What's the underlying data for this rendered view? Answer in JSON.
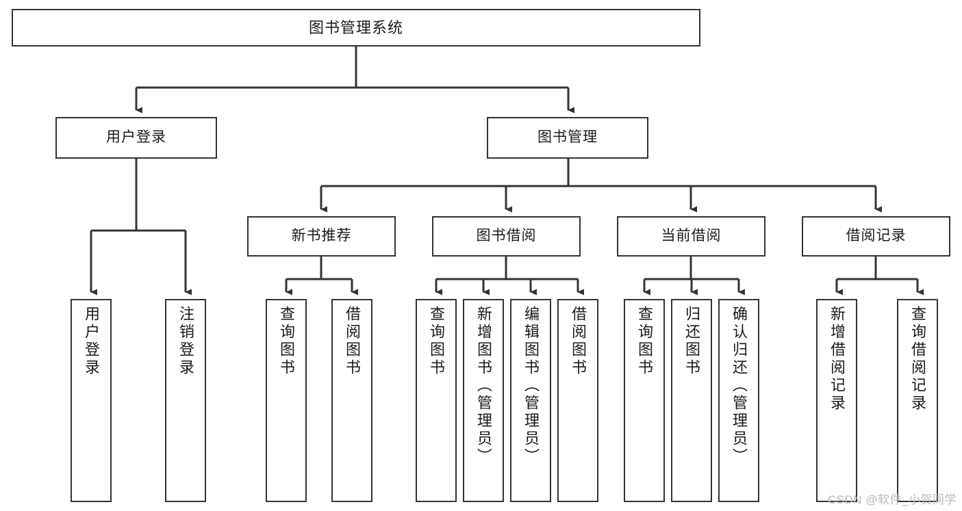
{
  "diagram": {
    "type": "tree-hierarchy",
    "title": "图书管理系统",
    "theme": {
      "background": "#ffffff",
      "box_border": "#333333",
      "box_fill": "#ffffff",
      "text": "#1a1a1a",
      "connector": "#333333",
      "watermark": "#b9b9b9"
    },
    "watermark": "CSDN @软件_小贺同学",
    "levels": {
      "root": {
        "label": "图书管理系统"
      },
      "level2": [
        {
          "label": "用户登录"
        },
        {
          "label": "图书管理"
        }
      ],
      "level3": [
        {
          "label": "新书推荐"
        },
        {
          "label": "图书借阅"
        },
        {
          "label": "当前借阅"
        },
        {
          "label": "借阅记录"
        }
      ],
      "leaves": {
        "user_login": [
          {
            "label": "用户登录"
          },
          {
            "label": "注销登录"
          }
        ],
        "new_book_recommend": [
          {
            "label": "查询图书"
          },
          {
            "label": "借阅图书"
          }
        ],
        "book_borrow": [
          {
            "label": "查询图书"
          },
          {
            "label": "新增图书（管理员）"
          },
          {
            "label": "编辑图书（管理员）"
          },
          {
            "label": "借阅图书"
          }
        ],
        "current_borrow": [
          {
            "label": "查询图书"
          },
          {
            "label": "归还图书"
          },
          {
            "label": "确认归还（管理员）"
          }
        ],
        "borrow_record": [
          {
            "label": "新增借阅记录"
          },
          {
            "label": "查询借阅记录"
          }
        ]
      }
    },
    "edges": [
      {
        "from": "图书管理系统",
        "to": "用户登录"
      },
      {
        "from": "图书管理系统",
        "to": "图书管理"
      },
      {
        "from": "图书管理",
        "to": "新书推荐"
      },
      {
        "from": "图书管理",
        "to": "图书借阅"
      },
      {
        "from": "图书管理",
        "to": "当前借阅"
      },
      {
        "from": "图书管理",
        "to": "借阅记录"
      },
      {
        "from": "用户登录",
        "to": "用户登录"
      },
      {
        "from": "用户登录",
        "to": "注销登录"
      },
      {
        "from": "新书推荐",
        "to": "查询图书"
      },
      {
        "from": "新书推荐",
        "to": "借阅图书"
      },
      {
        "from": "图书借阅",
        "to": "查询图书"
      },
      {
        "from": "图书借阅",
        "to": "新增图书（管理员）"
      },
      {
        "from": "图书借阅",
        "to": "编辑图书（管理员）"
      },
      {
        "from": "图书借阅",
        "to": "借阅图书"
      },
      {
        "from": "当前借阅",
        "to": "查询图书"
      },
      {
        "from": "当前借阅",
        "to": "归还图书"
      },
      {
        "from": "当前借阅",
        "to": "确认归还（管理员）"
      },
      {
        "from": "借阅记录",
        "to": "新增借阅记录"
      },
      {
        "from": "借阅记录",
        "to": "查询借阅记录"
      }
    ]
  }
}
